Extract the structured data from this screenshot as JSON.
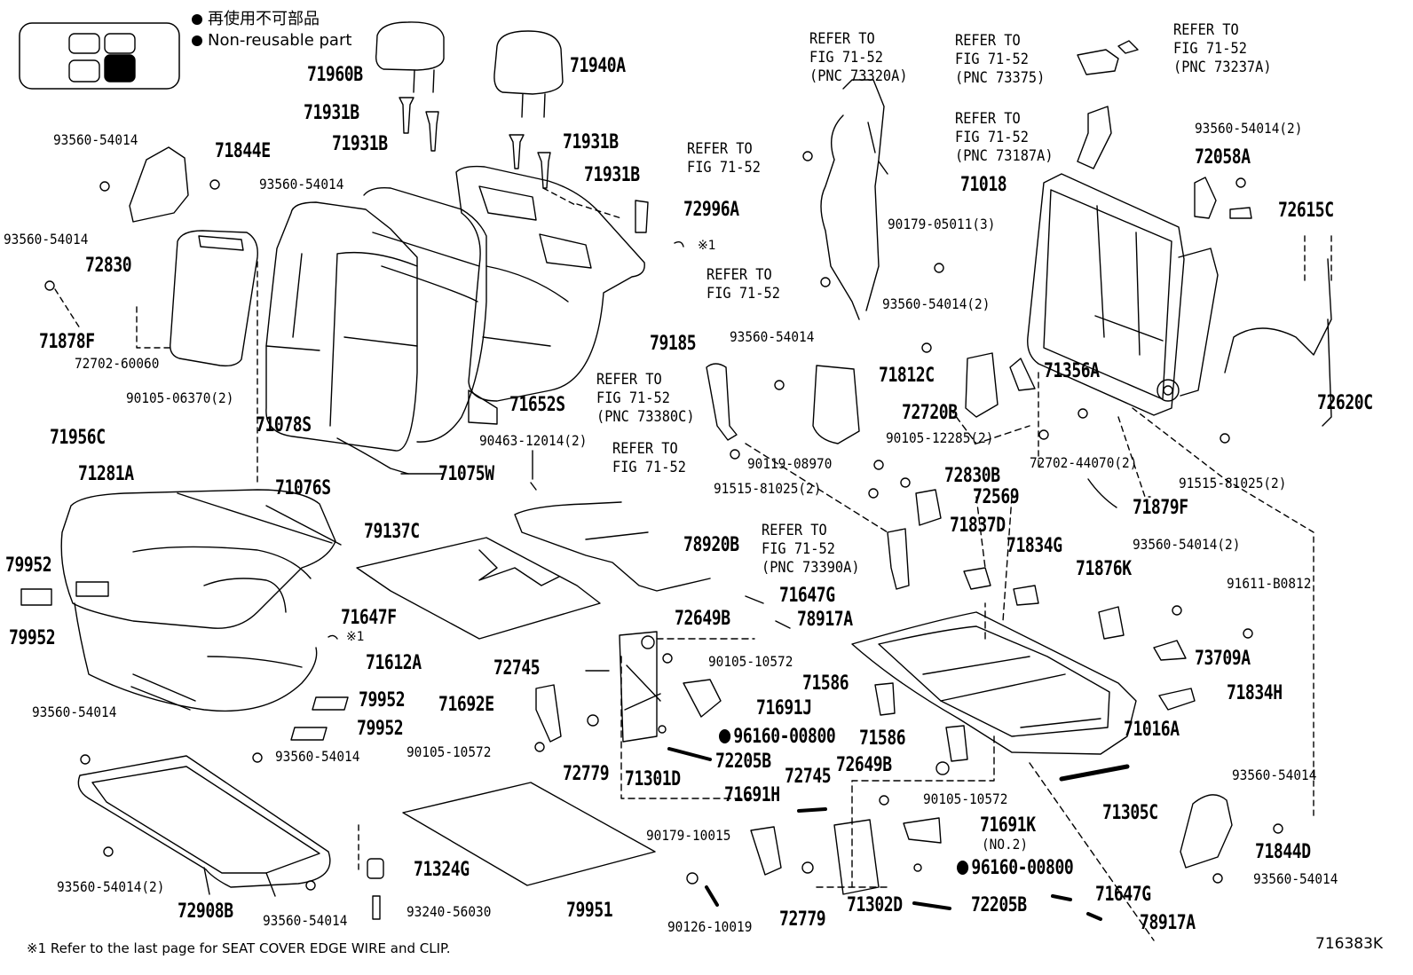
{
  "legend": {
    "items": [
      "再使用不可部品",
      "Non-reusable part"
    ]
  },
  "footnote": "※1 Refer to the last page for SEAT COVER EDGE WIRE and CLIP.",
  "diagram_code": "716383K",
  "star_mark": "※1",
  "parts": {
    "p71960B": "71960B",
    "p71940A": "71940A",
    "p71931B_1": "71931B",
    "p71931B_2": "71931B",
    "p71931B_3": "71931B",
    "p71931B_4": "71931B",
    "p93560_54014_a": "93560-54014",
    "p71844E": "71844E",
    "p93560_54014_b": "93560-54014",
    "p93560_54014_c": "93560-54014",
    "p72830": "72830",
    "p71878F": "71878F",
    "p72702_60060": "72702-60060",
    "p90105_06370": "90105-06370(2)",
    "p71956C": "71956C",
    "p71281A": "71281A",
    "p71078S": "71078S",
    "p71075W": "71075W",
    "p72996A": "72996A",
    "p79185": "79185",
    "p71652S": "71652S",
    "p71076S": "71076S",
    "p79137C": "79137C",
    "p79952_1": "79952",
    "p79952_2": "79952",
    "p79952_3": "79952",
    "p79952_4": "79952",
    "p71612A": "71612A",
    "p93560_54014_d": "93560-54014",
    "p93560_54014_e": "93560-54014",
    "p93560_54014_2_left": "93560-54014(2)",
    "p72908B": "72908B",
    "p93560_54014_f": "93560-54014",
    "p71324G": "71324G",
    "p93240_56030": "93240-56030",
    "p79951": "79951",
    "p90463_12014": "90463-12014(2)",
    "p71647F": "71647F",
    "p78920B": "78920B",
    "p71647G_1": "71647G",
    "p78917A_1": "78917A",
    "p72649B_1": "72649B",
    "p90105_10572_1": "90105-10572",
    "p72745_1": "72745",
    "p71692E": "71692E",
    "p71691J": "71691J",
    "p96160_00800_1": "96160-00800",
    "p90105_10572_2": "90105-10572",
    "p72779_1": "72779",
    "p71301D": "71301D",
    "p72205B_1": "72205B",
    "p72649B_2": "72649B",
    "p72745_2": "72745",
    "p71691H": "71691H",
    "p90105_10572_3": "90105-10572",
    "p71691K": "71691K",
    "p71691K_note": "(NO.2)",
    "p90179_10015": "90179-10015",
    "p96160_00800_2": "96160-00800",
    "p72779_2": "72779",
    "p71302D": "71302D",
    "p72205B_2": "72205B",
    "p90126_10019": "90126-10019",
    "p71647G_2": "71647G",
    "p78917A_2": "78917A",
    "p71586_1": "71586",
    "p71586_2": "71586",
    "p71016A": "71016A",
    "p71305C": "71305C",
    "p71837D": "71837D",
    "p71834G": "71834G",
    "p71876K": "71876K",
    "p93560_54014_2_mid": "93560-54014(2)",
    "p91611_B0812": "91611-B0812",
    "p73709A": "73709A",
    "p71834H": "71834H",
    "p93560_54014_g": "93560-54014",
    "p71844D": "71844D",
    "p93560_54014_h": "93560-54014",
    "p90119_08970": "90119-08970",
    "p72830B": "72830B",
    "p91515_81025_1": "91515-81025(2)",
    "p72569": "72569",
    "p71812C": "71812C",
    "p93560_54014_i": "93560-54014",
    "p93560_54014_2_b": "93560-54014(2)",
    "p72720B": "72720B",
    "p71356A": "71356A",
    "p90105_12285": "90105-12285(2)",
    "p72702_44070": "72702-44070(2)",
    "p71879F": "71879F",
    "p91515_81025_2": "91515-81025(2)",
    "p71018": "71018",
    "p90179_05011": "90179-05011(3)",
    "p72058A": "72058A",
    "p93560_54014_2_c": "93560-54014(2)",
    "p72615C": "72615C",
    "p72620C": "72620C"
  },
  "refs": {
    "r1": [
      "REFER TO",
      "FIG 71-52",
      "(PNC 73320A)"
    ],
    "r2": [
      "REFER TO",
      "FIG 71-52",
      "(PNC 73375)"
    ],
    "r3": [
      "REFER TO",
      "FIG 71-52",
      "(PNC 73237A)"
    ],
    "r4": [
      "REFER TO",
      "FIG 71-52",
      "(PNC 73187A)"
    ],
    "r5": [
      "REFER TO",
      "FIG 71-52"
    ],
    "r6": [
      "REFER TO",
      "FIG 71-52"
    ],
    "r7": [
      "REFER TO",
      "FIG 71-52",
      "(PNC 73380C)"
    ],
    "r8": [
      "REFER TO",
      "FIG 71-52"
    ],
    "r9": [
      "REFER TO",
      "FIG 71-52",
      "(PNC 73390A)"
    ]
  }
}
